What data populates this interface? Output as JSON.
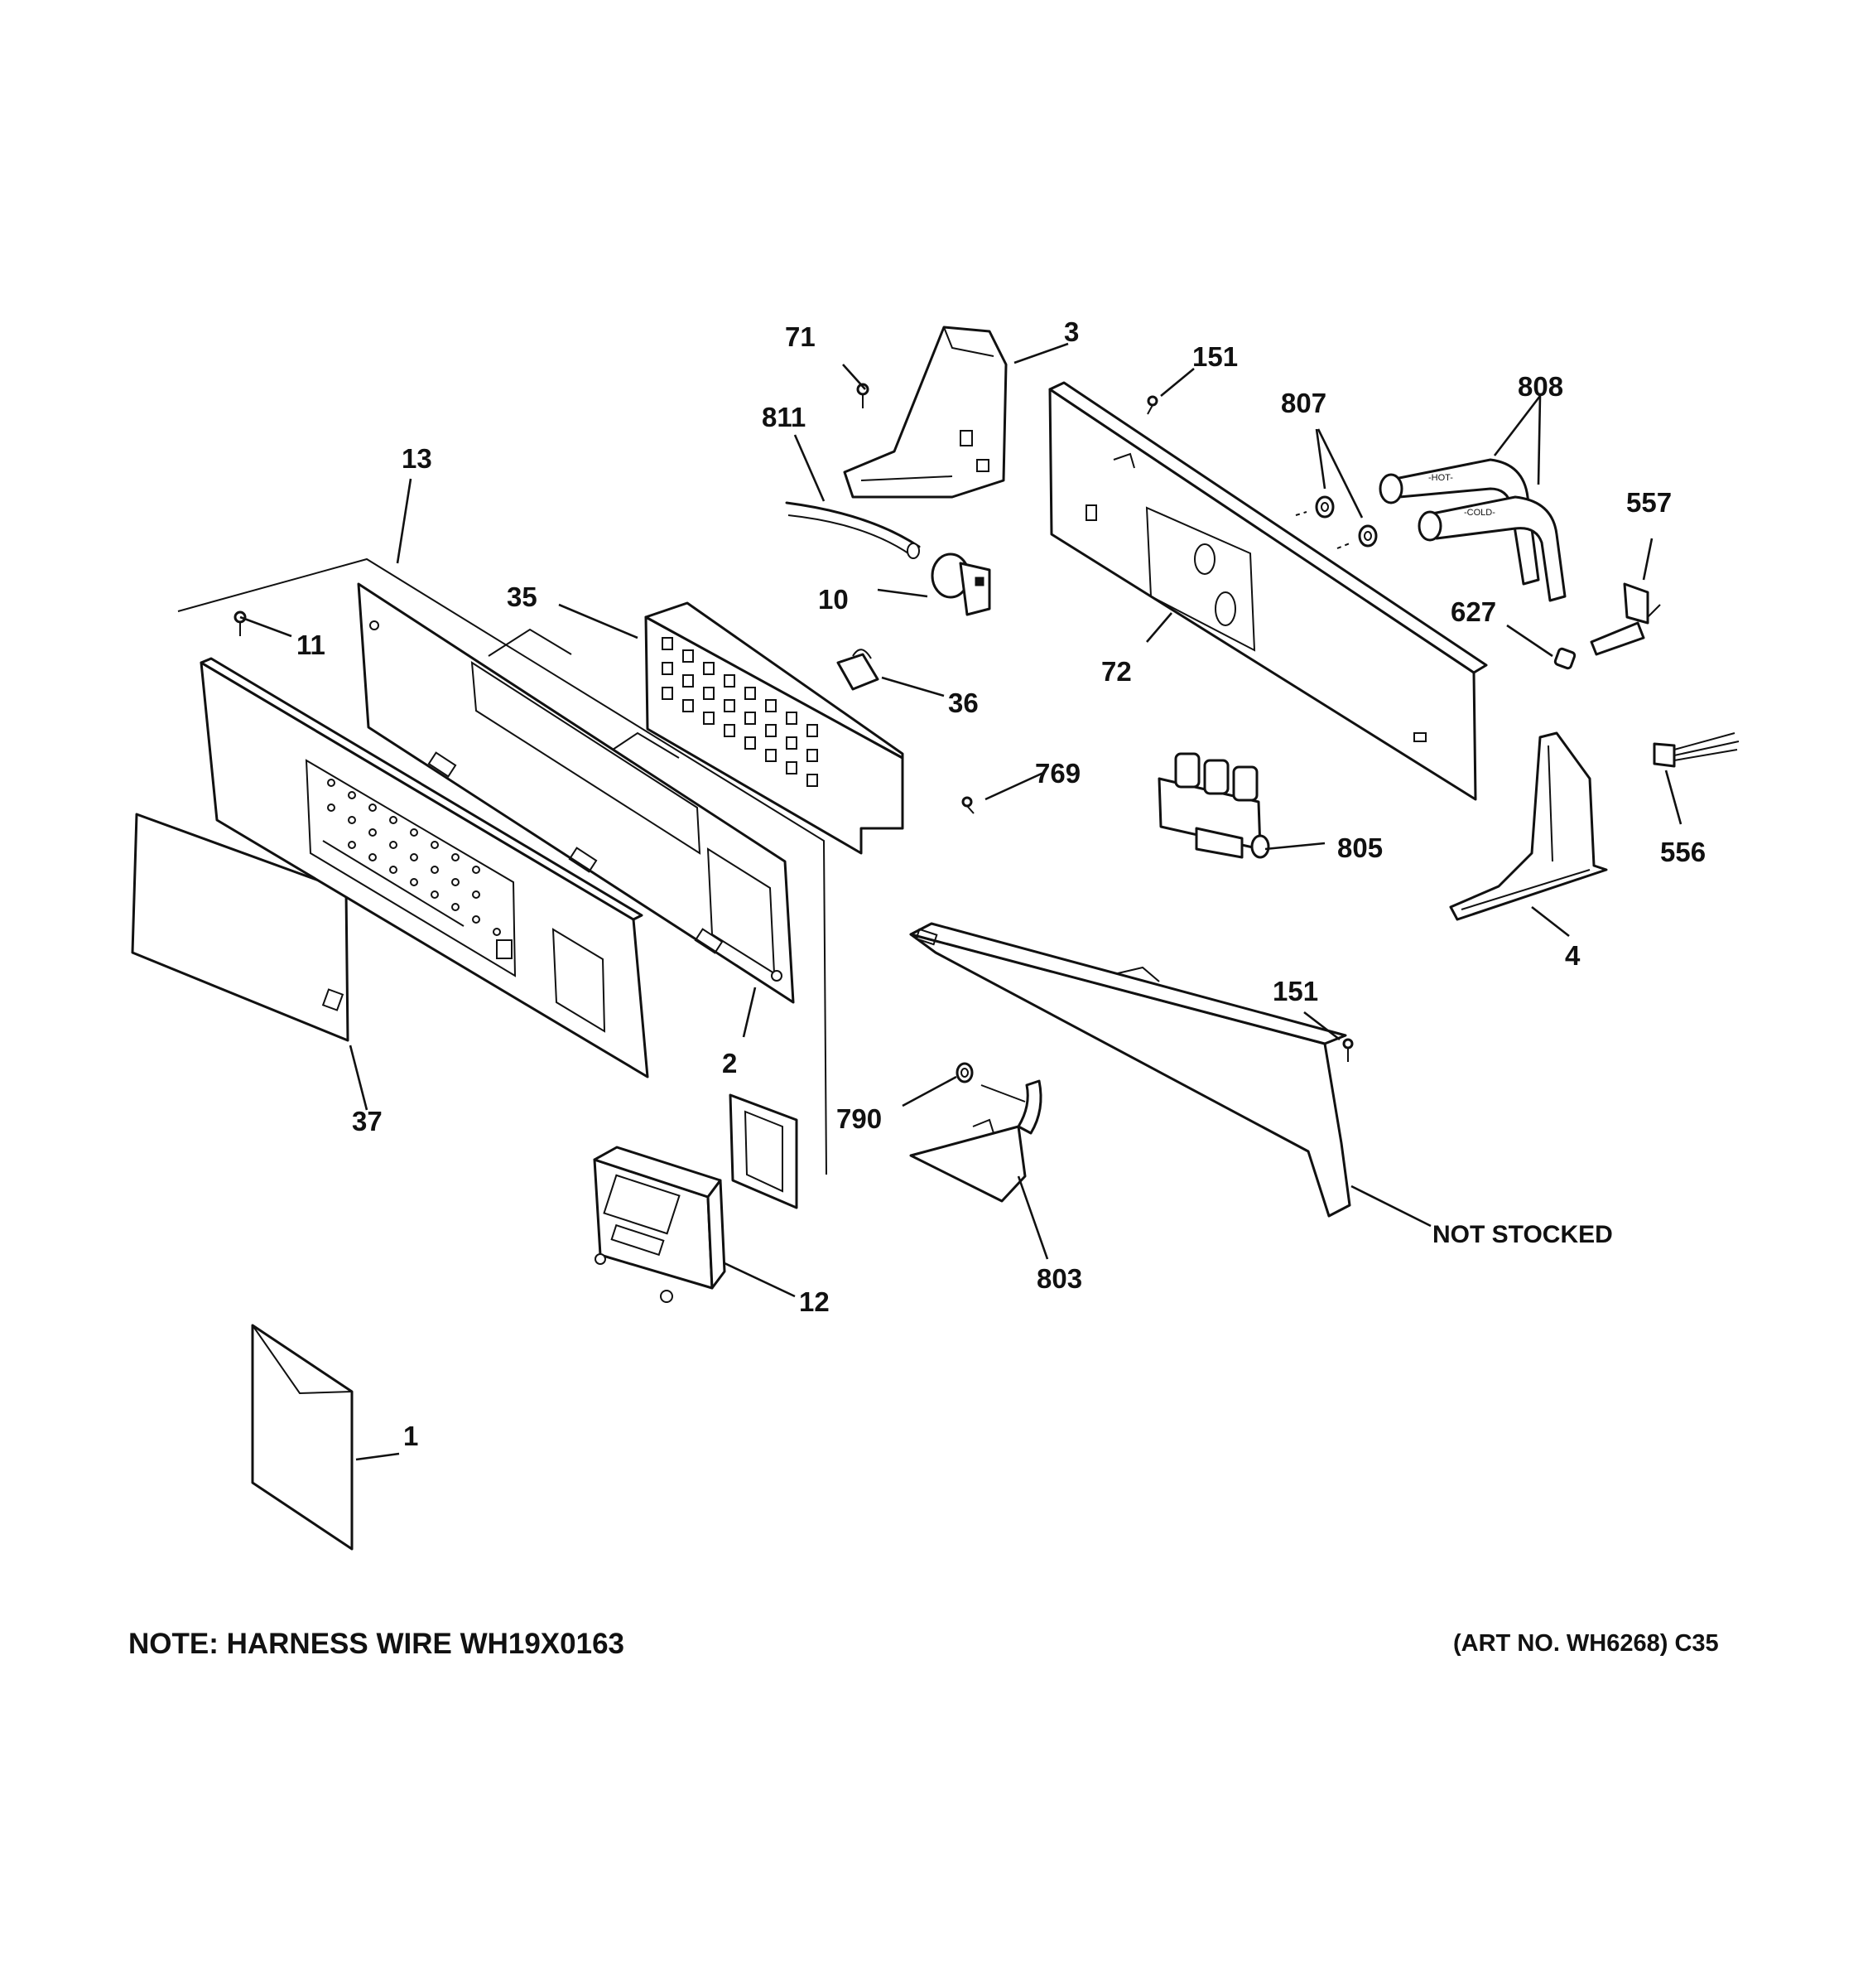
{
  "callouts": {
    "c1": "1",
    "c2": "2",
    "c3": "3",
    "c4": "4",
    "c10": "10",
    "c11": "11",
    "c12": "12",
    "c13": "13",
    "c35": "35",
    "c36": "36",
    "c37": "37",
    "c71": "71",
    "c72": "72",
    "c151a": "151",
    "c151b": "151",
    "c556": "556",
    "c557": "557",
    "c627": "627",
    "c769": "769",
    "c790": "790",
    "c803": "803",
    "c805": "805",
    "c807": "807",
    "c808": "808",
    "c811": "811",
    "not_stocked": "NOT STOCKED"
  },
  "hose_labels": {
    "hot": "-HOT-",
    "cold": "-COLD-"
  },
  "notes": {
    "harness": "NOTE: HARNESS WIRE WH19X0163",
    "art_no": "(ART NO. WH6268) C35"
  }
}
